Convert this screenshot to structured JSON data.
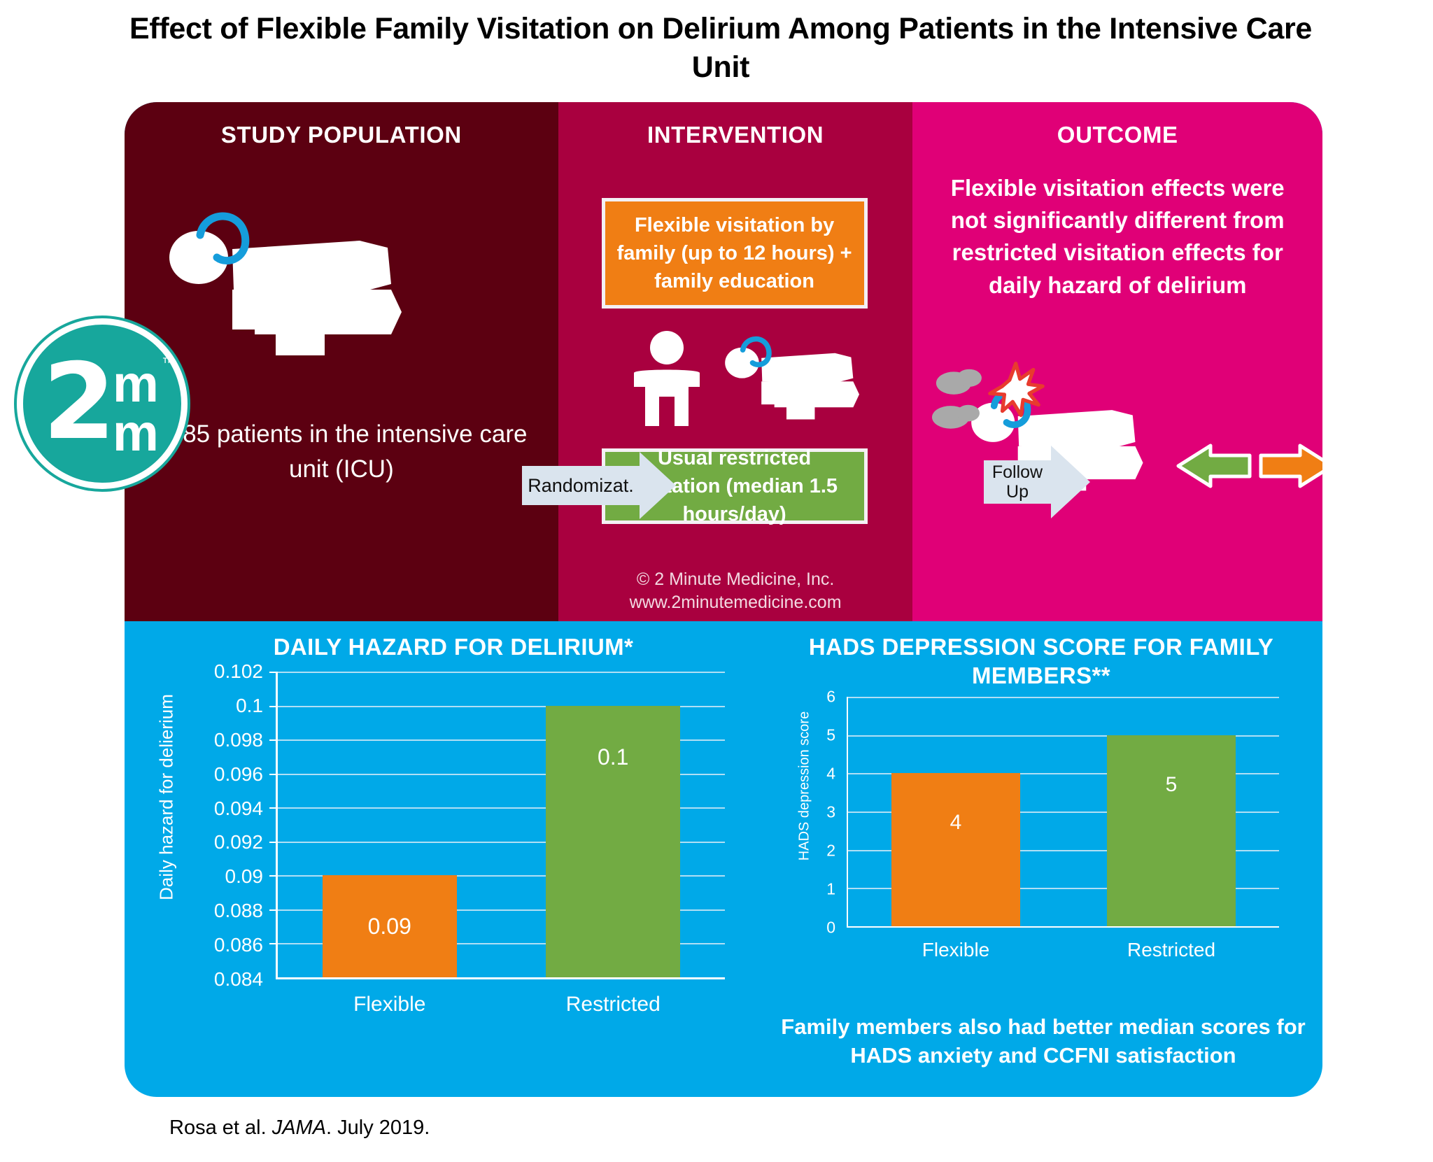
{
  "title": "Effect of Flexible Family Visitation on Delirium Among Patients in the Intensive Care Unit",
  "logo": {
    "two": "2",
    "m_top": "m",
    "m_bottom": "m",
    "tm": "™"
  },
  "panels": {
    "study": {
      "header": "STUDY POPULATION",
      "text": "1685 patients in the intensive care unit (ICU)",
      "color": "#5c0011"
    },
    "intervention": {
      "header": "INTERVENTION",
      "arm_flexible": "Flexible visitation by family (up to 12 hours) + family education",
      "arm_restricted": "Usual restricted visitation (median 1.5 hours/day)",
      "copyright_line1": "© 2 Minute Medicine, Inc.",
      "copyright_line2": "www.2minutemedicine.com",
      "color": "#a9003f",
      "flexible_color": "#f07e14",
      "restricted_color": "#72ab43"
    },
    "outcome": {
      "header": "OUTCOME",
      "text": "Flexible visitation effects were not significantly different from restricted visitation effects for daily hazard of delirium",
      "color": "#e00077"
    }
  },
  "arrows": {
    "randomization": "Randomizat.",
    "follow_up_line1": "Follow",
    "follow_up_line2": "Up"
  },
  "charts_header": {
    "left_title": "DAILY HAZARD FOR DELIRIUM*",
    "right_title": "HADS DEPRESSION SCORE FOR FAMILY MEMBERS**",
    "right_note": "Family members also had better median scores for HADS anxiety and CCFNI satisfaction",
    "background": "#00a9e8"
  },
  "citation": {
    "authors": "Rosa et al. ",
    "journal": "JAMA",
    "rest": ". July 2019."
  },
  "chart_data": [
    {
      "type": "bar",
      "title": "DAILY HAZARD FOR DELIRIUM*",
      "categories": [
        "Flexible",
        "Restricted"
      ],
      "values": [
        0.09,
        0.1
      ],
      "data_labels": [
        "0.09",
        "0.1"
      ],
      "colors": [
        "#f07e14",
        "#72ab43"
      ],
      "xlabel": "",
      "ylabel": "Daily hazard for delierium",
      "ylim": [
        0.084,
        0.102
      ],
      "yticks": [
        0.102,
        0.1,
        0.098,
        0.096,
        0.094,
        0.092,
        0.09,
        0.088,
        0.086,
        0.084
      ],
      "ytick_labels": [
        "0.102",
        "0.1",
        "0.098",
        "0.096",
        "0.094",
        "0.092",
        "0.09",
        "0.088",
        "0.086",
        "0.084"
      ],
      "grid": true,
      "legend": "none"
    },
    {
      "type": "bar",
      "title": "HADS DEPRESSION SCORE FOR FAMILY MEMBERS**",
      "categories": [
        "Flexible",
        "Restricted"
      ],
      "values": [
        4,
        5
      ],
      "data_labels": [
        "4",
        "5"
      ],
      "colors": [
        "#f07e14",
        "#72ab43"
      ],
      "xlabel": "",
      "ylabel": "HADS depression score",
      "ylim": [
        0,
        6
      ],
      "yticks": [
        6,
        5,
        4,
        3,
        2,
        1,
        0
      ],
      "ytick_labels": [
        "6",
        "5",
        "4",
        "3",
        "2",
        "1",
        "0"
      ],
      "grid": true,
      "legend": "none"
    }
  ]
}
